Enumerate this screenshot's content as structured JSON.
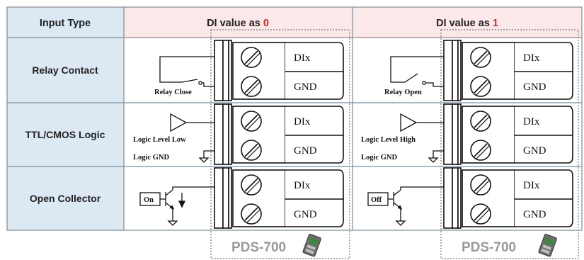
{
  "header": {
    "input_type": "Input Type",
    "di_value_as": "DI value as",
    "zero": "0",
    "one": "1",
    "highlight_color": "#e0241b"
  },
  "rows": [
    {
      "label": "Relay Contact",
      "caption_0": "Relay Close",
      "caption_1": "Relay Open"
    },
    {
      "label": "TTL/CMOS Logic",
      "caption_0": "Logic Level Low",
      "caption_1": "Logic Level High",
      "gnd_label": "Logic GND"
    },
    {
      "label": "Open Collector",
      "caption_0": "On",
      "caption_1": "Off"
    }
  ],
  "terminal": {
    "top": "DIx",
    "bottom": "GND"
  },
  "device": {
    "name": "PDS-700"
  },
  "colors": {
    "header_bg": "#fbe8e8",
    "input_type_bg": "#dde9f2",
    "row_label_bg": "#dde9f2",
    "grid": "#7f8c99"
  }
}
